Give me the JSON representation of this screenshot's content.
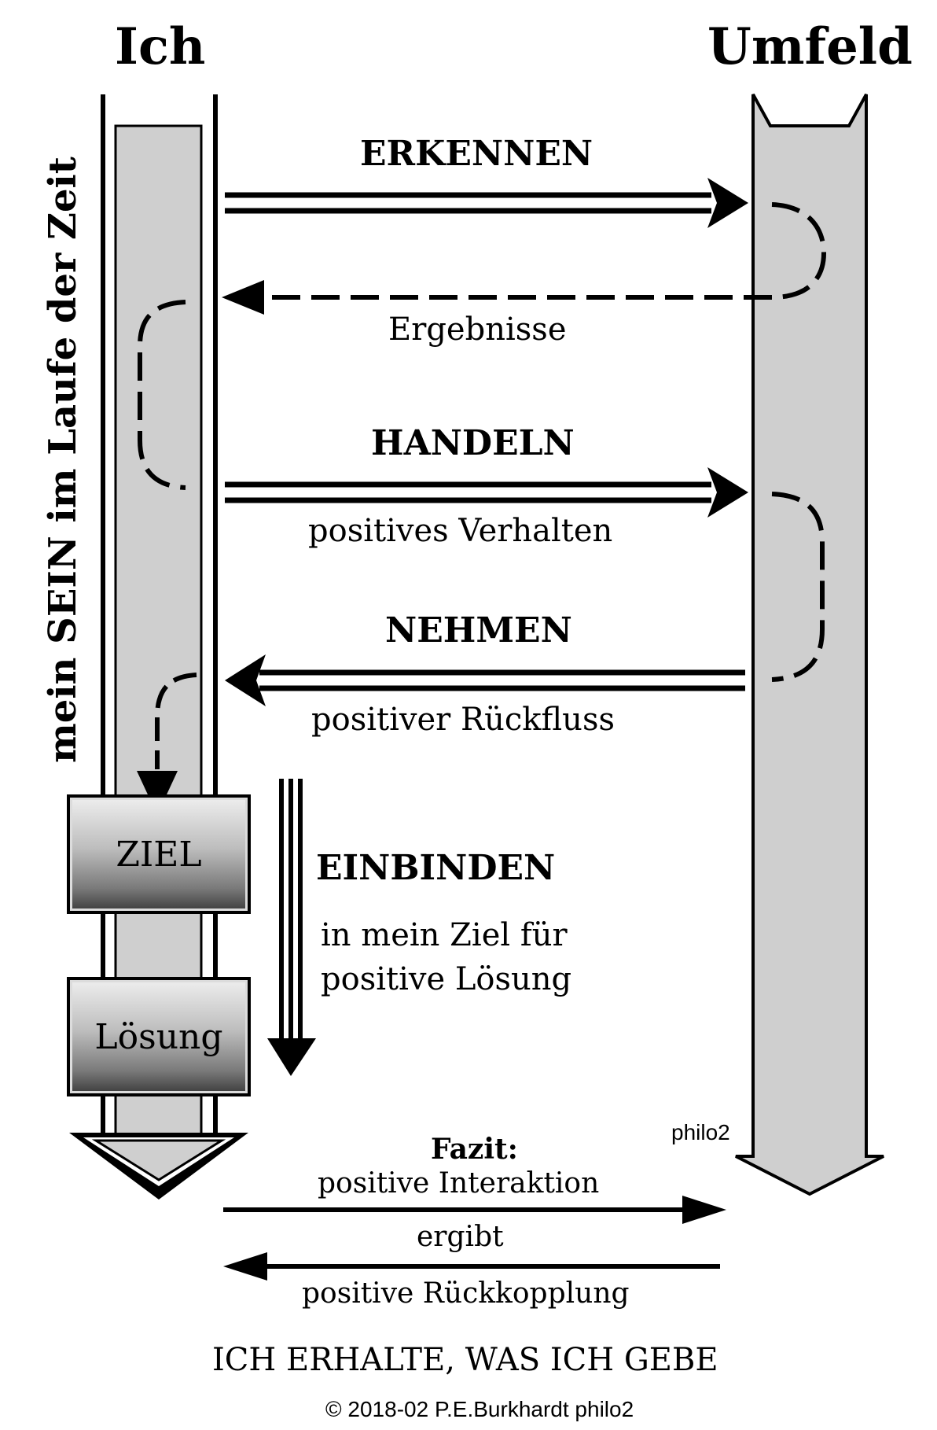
{
  "columns": {
    "left": "Ich",
    "right": "Umfeld"
  },
  "vertical_caption": "mein SEIN im Laufe der Zeit",
  "flows": {
    "erkennen": "ERKENNEN",
    "ergebnisse": "Ergebnisse",
    "handeln": "HANDELN",
    "handeln_sub": "positives Verhalten",
    "nehmen": "NEHMEN",
    "nehmen_sub": "positiver Rückfluss",
    "einbinden": "EINBINDEN",
    "einbinden_sub1": "in mein Ziel für",
    "einbinden_sub2": "positive Lösung"
  },
  "boxes": {
    "ziel": "ZIEL",
    "loesung": "Lösung"
  },
  "brand_mark": "philo2",
  "fazit": {
    "title": "Fazit:",
    "line1": "positive Interaktion",
    "line2": "ergibt",
    "line3": "positive Rückkopplung"
  },
  "motto": "ICH ERHALTE, WAS ICH GEBE",
  "copyright": "© 2018-02 P.E.Burkhardt philo2",
  "colors": {
    "column_fill": "#cfcfcf",
    "stroke": "#000000",
    "background": "#ffffff"
  }
}
